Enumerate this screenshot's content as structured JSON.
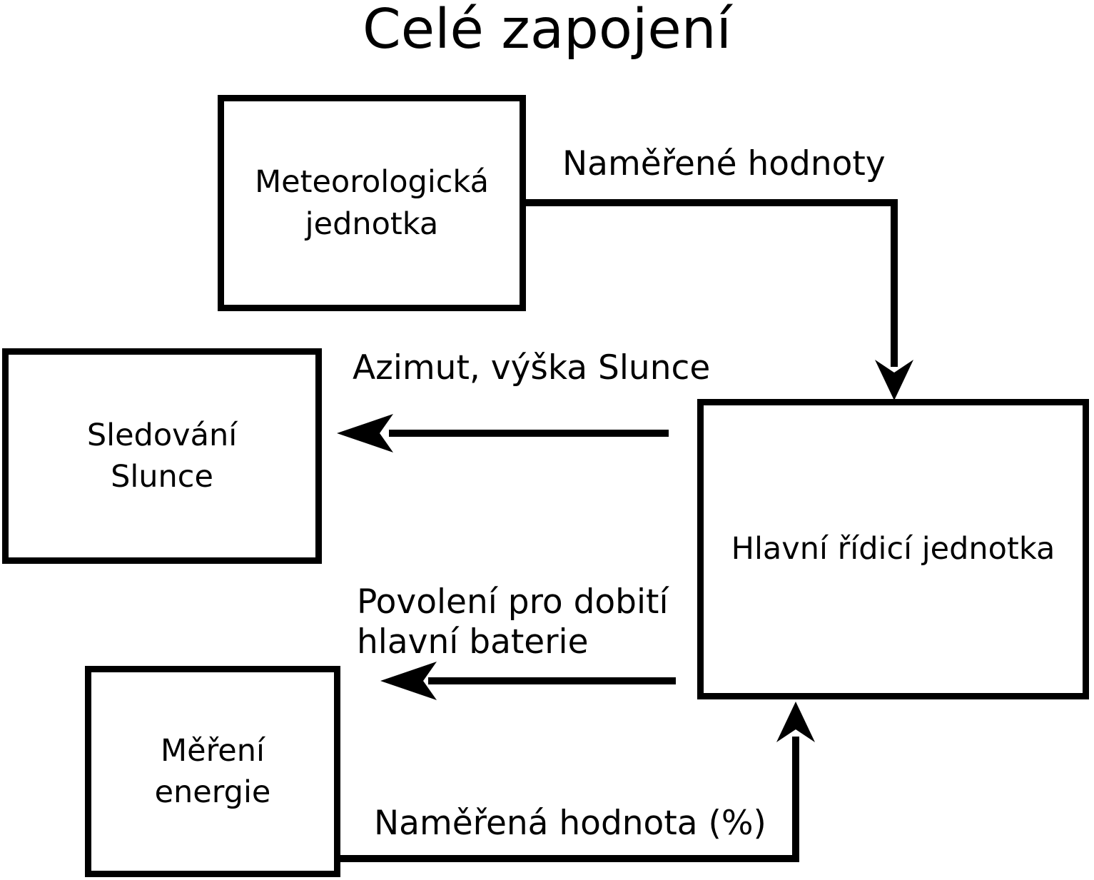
{
  "title": "Celé zapojení",
  "colors": {
    "line": "#000000",
    "text": "#000000",
    "background": "#ffffff"
  },
  "nodes": {
    "meteo_unit": {
      "label": "Meteorologická\njednotka"
    },
    "sun_tracking": {
      "label": "Sledování\nSlunce"
    },
    "energy_measurement": {
      "label": "Měření\nenergie"
    },
    "main_control_unit": {
      "label": "Hlavní řídicí jednotka"
    }
  },
  "edges": {
    "measured_values": {
      "label": "Naměřené hodnoty",
      "from": "Meteorologická jednotka",
      "to": "Hlavní řídicí jednotka"
    },
    "sun_azimuth_elevation": {
      "label": "Azimut, výška Slunce",
      "from": "Hlavní řídicí jednotka",
      "to": "Sledování Slunce"
    },
    "battery_charge_permission": {
      "label": "Povolení pro dobití\nhlavní baterie",
      "from": "Hlavní řídicí jednotka",
      "to": "Měření energie"
    },
    "measured_percentage": {
      "label": "Naměřená hodnota (%)",
      "from": "Měření energie",
      "to": "Hlavní řídicí jednotka"
    }
  }
}
